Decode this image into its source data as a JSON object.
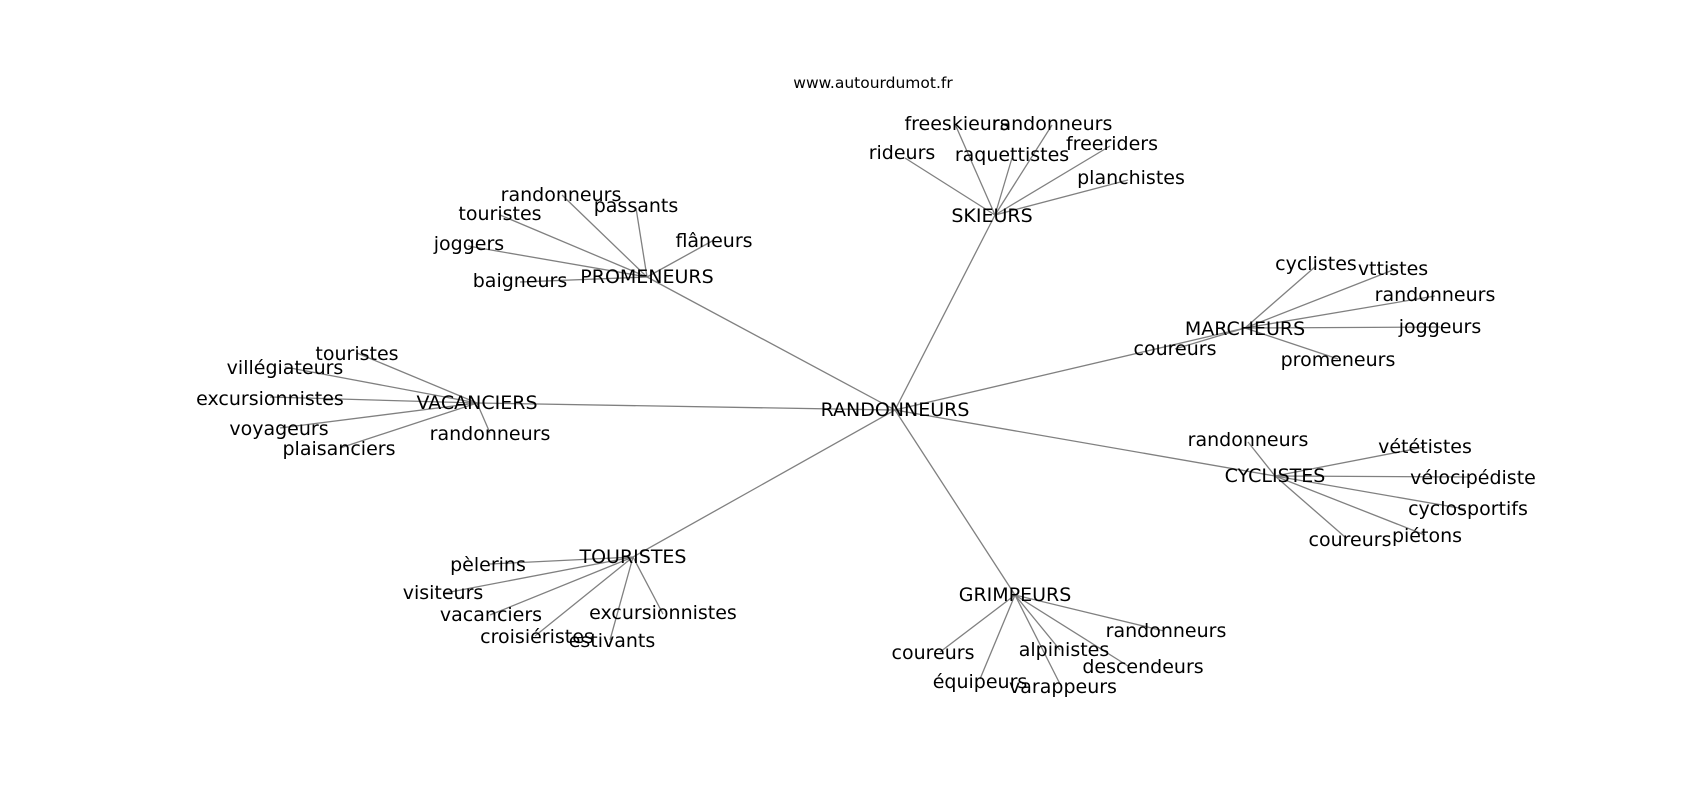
{
  "source": "www.autourdumot.fr",
  "root": "RANDONNEURS",
  "clusters": [
    {
      "hub": "SKIEURS",
      "leaves": [
        "rideurs",
        "freeskieurs",
        "randonneurs",
        "raquettistes",
        "freeriders",
        "planchistes"
      ]
    },
    {
      "hub": "PROMENEURS",
      "leaves": [
        "randonneurs",
        "touristes",
        "passants",
        "joggers",
        "flâneurs",
        "baigneurs"
      ]
    },
    {
      "hub": "MARCHEURS",
      "leaves": [
        "cyclistes",
        "vttistes",
        "randonneurs",
        "joggeurs",
        "coureurs",
        "promeneurs"
      ]
    },
    {
      "hub": "VACANCIERS",
      "leaves": [
        "touristes",
        "villégiateurs",
        "excursionnistes",
        "voyageurs",
        "plaisanciers",
        "randonneurs"
      ]
    },
    {
      "hub": "CYCLISTES",
      "leaves": [
        "randonneurs",
        "vététistes",
        "vélocipédiste",
        "cyclosportifs",
        "coureurs",
        "piétons"
      ]
    },
    {
      "hub": "TOURISTES",
      "leaves": [
        "pèlerins",
        "visiteurs",
        "vacanciers",
        "croisiéristes",
        "estivants",
        "excursionnistes"
      ]
    },
    {
      "hub": "GRIMPEURS",
      "leaves": [
        "coureurs",
        "équipeurs",
        "alpinistes",
        "varappeurs",
        "descendeurs",
        "randonneurs"
      ]
    }
  ]
}
